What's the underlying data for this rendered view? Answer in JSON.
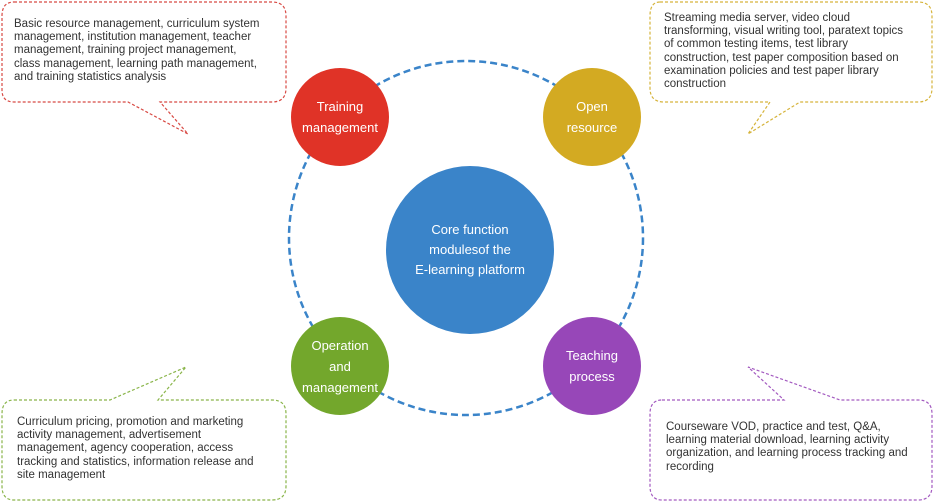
{
  "center": {
    "lines": [
      "Core function",
      "modulesof the",
      "E-learning platform"
    ],
    "color": "#3a84c9"
  },
  "ring": {
    "color": "#3a84c9"
  },
  "nodes": [
    {
      "id": "training",
      "lines": [
        "Training",
        "management"
      ],
      "color": "#e03327"
    },
    {
      "id": "open",
      "lines": [
        "Open",
        "resource"
      ],
      "color": "#d3aa22"
    },
    {
      "id": "operation",
      "lines": [
        "Operation",
        "and",
        "management"
      ],
      "color": "#73a72c"
    },
    {
      "id": "teaching",
      "lines": [
        "Teaching",
        "process"
      ],
      "color": "#9747b8"
    }
  ],
  "callouts": [
    {
      "id": "training",
      "border_color": "#d84a44",
      "lines": [
        "Basic resource management, curriculum system",
        "management, institution management, teacher",
        "management, training project management,",
        "class management, learning path management,",
        "and training statistics analysis"
      ]
    },
    {
      "id": "open",
      "border_color": "#d6b43c",
      "lines": [
        "Streaming media server, video cloud",
        "transforming, visual writing tool, paratext topics",
        "of common testing items, test library",
        "construction, test paper composition based on",
        "examination policies and test paper library",
        "construction"
      ]
    },
    {
      "id": "operation",
      "border_color": "#8ab54a",
      "lines": [
        "Curriculum pricing, promotion and marketing",
        "activity management, advertisement",
        "management, agency cooperation, access",
        "tracking and statistics, information release and",
        "site management"
      ]
    },
    {
      "id": "teaching",
      "border_color": "#a35ac0",
      "lines": [
        "Courseware VOD, practice and test, Q&A,",
        "learning material download, learning activity",
        "organization, and learning process tracking and",
        "recording"
      ]
    }
  ]
}
